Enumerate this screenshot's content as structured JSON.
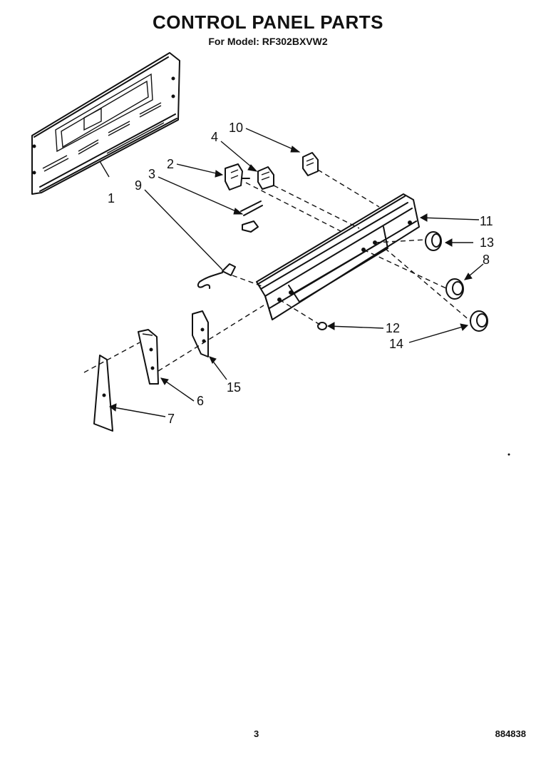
{
  "header": {
    "title": "CONTROL PANEL PARTS",
    "subtitle": "For Model: RF302BXVW2"
  },
  "callouts": {
    "c1": "1",
    "c2": "2",
    "c3": "3",
    "c4": "4",
    "c6": "6",
    "c7": "7",
    "c8": "8",
    "c9": "9",
    "c10": "10",
    "c11": "11",
    "c12": "12",
    "c13": "13",
    "c14": "14",
    "c15": "15"
  },
  "footer": {
    "page_number": "3",
    "doc_number": "884838"
  }
}
